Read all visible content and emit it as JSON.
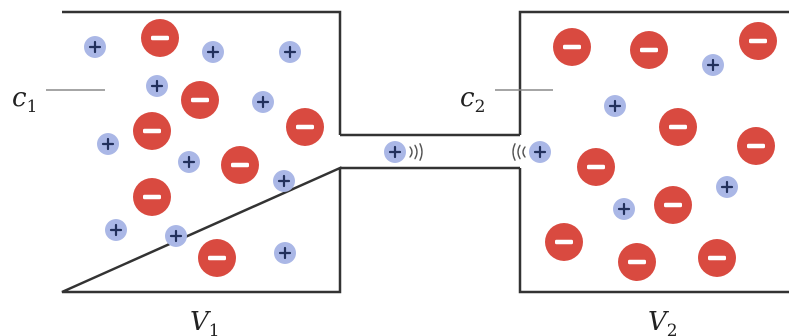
{
  "labels": {
    "c": "c",
    "v": "V",
    "left_index": "1",
    "right_index": "2"
  },
  "colors": {
    "outline": "#333333",
    "cation_fill": "#aab7e6",
    "cation_sign": "#22305c",
    "anion_fill": "#d94a40",
    "anion_sign": "#ffffff",
    "wave": "#555555",
    "label": "#222222"
  },
  "icons": {
    "cation": "plus-ion-icon",
    "anion": "minus-ion-icon",
    "motion": "wave-arc-icon"
  }
}
